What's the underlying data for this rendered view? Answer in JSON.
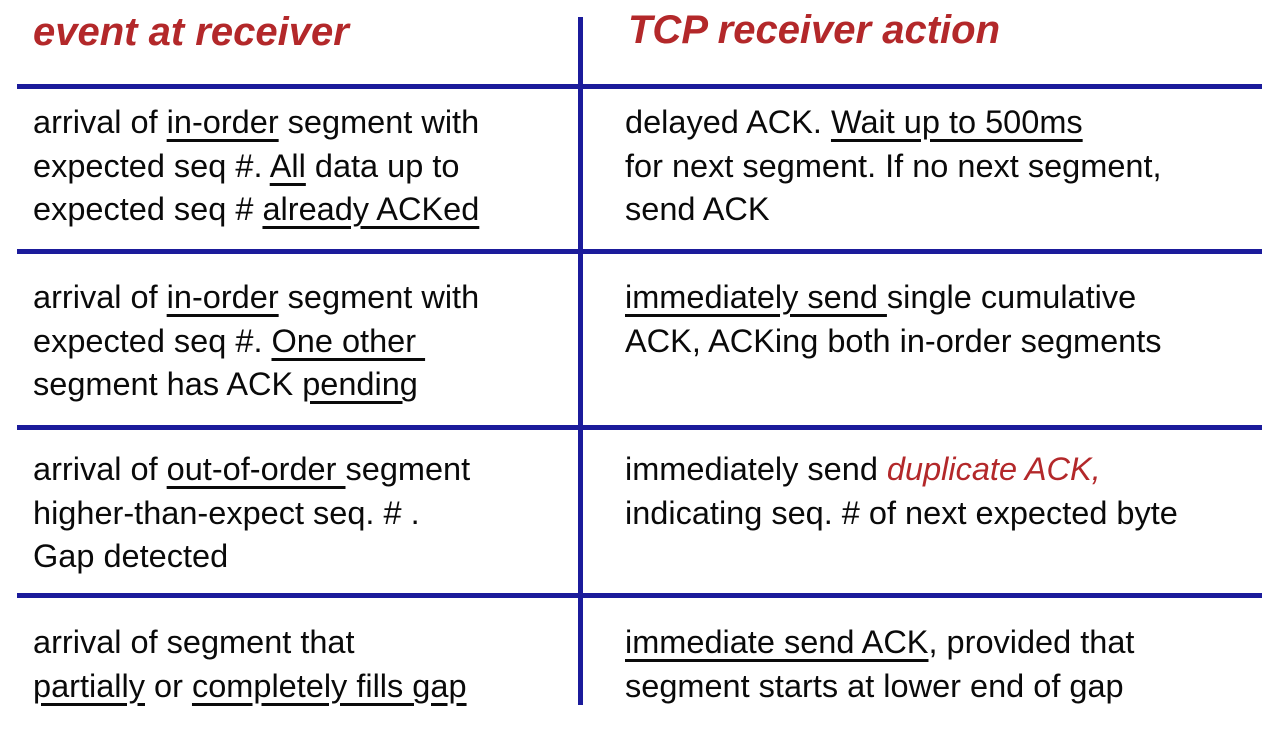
{
  "header": {
    "left": "event at receiver",
    "right": "TCP receiver action"
  },
  "colors": {
    "accent_red": "#B3282A",
    "line_blue": "#1B1B9B",
    "text_black": "#0a0a0a"
  },
  "table": {
    "rows": [
      {
        "event": [
          [
            {
              "t": "arrival of "
            },
            {
              "t": "in-order",
              "u": true
            },
            {
              "t": " segment with"
            }
          ],
          [
            {
              "t": "expected seq #. "
            },
            {
              "t": "All",
              "u": true
            },
            {
              "t": " data up to"
            }
          ],
          [
            {
              "t": "expected seq # "
            },
            {
              "t": "already ACKed",
              "u": true
            }
          ]
        ],
        "action": [
          [
            {
              "t": "delayed ACK. "
            },
            {
              "t": "Wait up to 500ms",
              "u": true
            }
          ],
          [
            {
              "t": "for next segment. If no next segment,"
            }
          ],
          [
            {
              "t": "send ACK"
            }
          ]
        ]
      },
      {
        "event": [
          [
            {
              "t": "arrival of "
            },
            {
              "t": "in-order",
              "u": true
            },
            {
              "t": " segment with"
            }
          ],
          [
            {
              "t": "expected seq #. "
            },
            {
              "t": "One other ",
              "u": true
            }
          ],
          [
            {
              "t": "segment has ACK "
            },
            {
              "t": "pending",
              "u": true
            }
          ]
        ],
        "action": [
          [
            {
              "t": "immediately send ",
              "u": true
            },
            {
              "t": "single cumulative"
            }
          ],
          [
            {
              "t": "ACK, ACKing both in-order segments"
            }
          ]
        ]
      },
      {
        "event": [
          [
            {
              "t": "arrival of "
            },
            {
              "t": "out-of-order ",
              "u": true
            },
            {
              "t": "segment"
            }
          ],
          [
            {
              "t": "higher-than-expect seq. # ."
            }
          ],
          [
            {
              "t": "Gap detected"
            }
          ]
        ],
        "action": [
          [
            {
              "t": "immediately send "
            },
            {
              "t": "duplicate ACK,",
              "red": true
            }
          ],
          [
            {
              "t": "indicating seq. # of next expected byte"
            }
          ]
        ]
      },
      {
        "event": [
          [
            {
              "t": "arrival of segment that"
            }
          ],
          [
            {
              "t": "partially",
              "u": true
            },
            {
              "t": " or "
            },
            {
              "t": "completely fills gap",
              "u": true
            }
          ]
        ],
        "action": [
          [
            {
              "t": "immediate send ACK",
              "u": true
            },
            {
              "t": ", provided that"
            }
          ],
          [
            {
              "t": "segment starts at lower end of gap"
            }
          ]
        ]
      }
    ]
  }
}
